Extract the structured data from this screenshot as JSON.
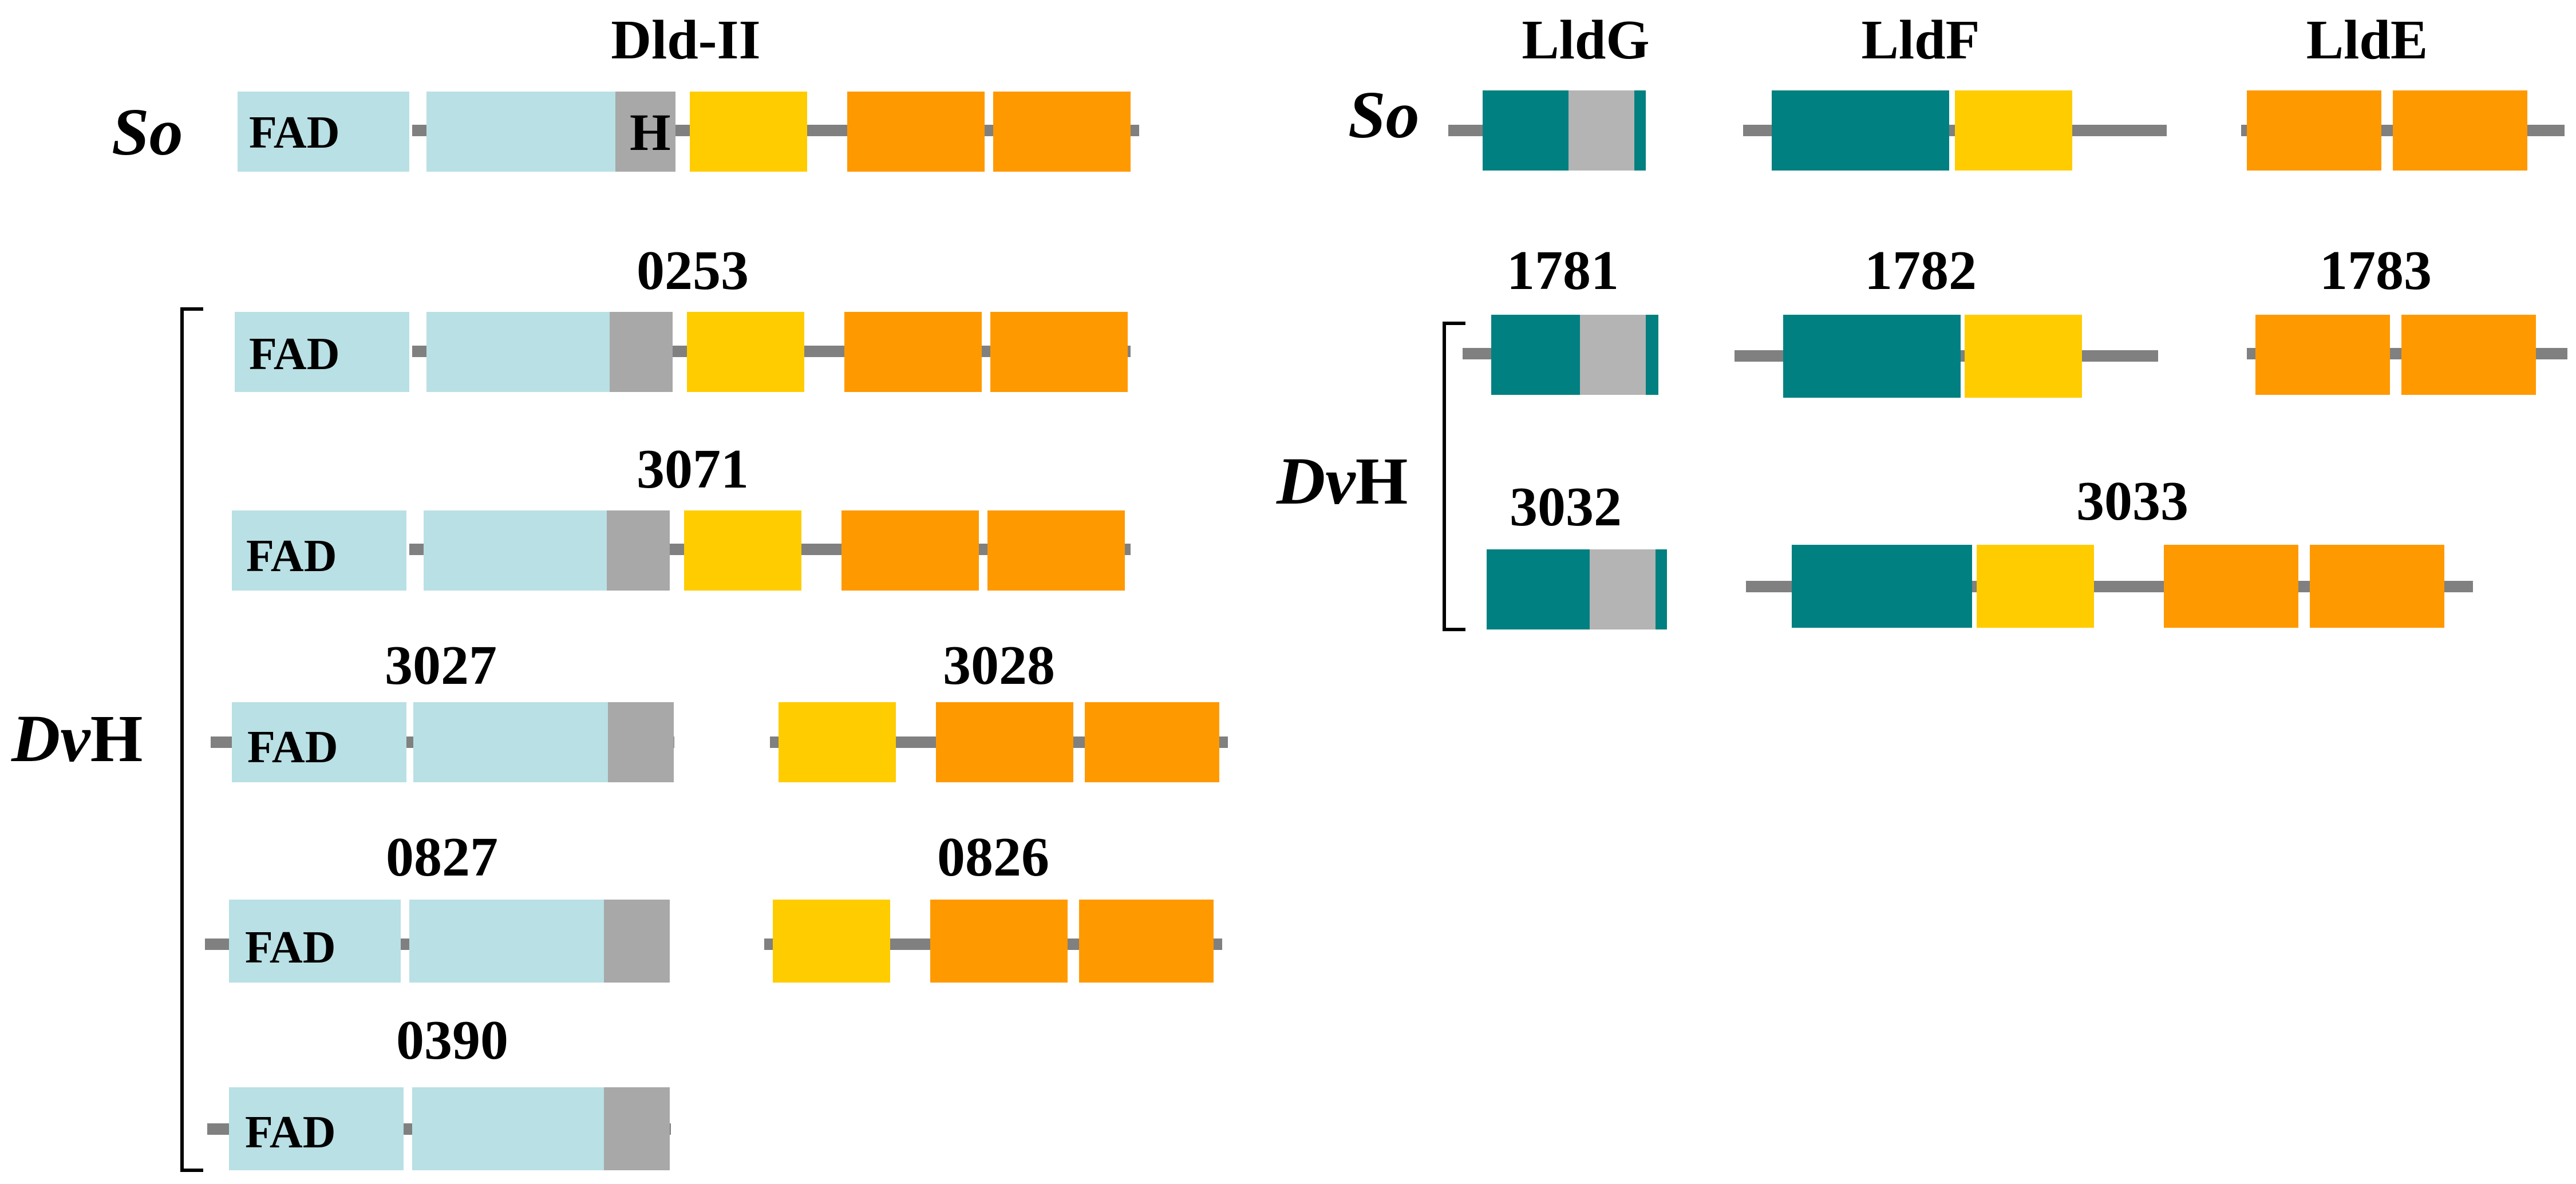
{
  "colors": {
    "fad_domain": "#b9e0e4",
    "gray_domain": "#a8a8a8",
    "light_gray_domain": "#b4b4b4",
    "yellow_domain": "#ffcc00",
    "orange_domain": "#ff9900",
    "teal_domain": "#008080",
    "backbone": "#808080",
    "highlight_label": "#ff0000",
    "normal_label": "#000000"
  },
  "organisms": {
    "so": "So",
    "dvh_italic": "Dv",
    "dvh_suffix": "H"
  },
  "domains": {
    "fad": "FAD",
    "h": "H"
  },
  "dld": {
    "header": "Dld-II",
    "genes": [
      "0253",
      "3071",
      "3027",
      "3028",
      "0827",
      "0826",
      "0390"
    ]
  },
  "lld": {
    "headers": [
      "LldG",
      "LldF",
      "LldE"
    ],
    "genes": [
      "1781",
      "1782",
      "1783",
      "3032",
      "3033"
    ]
  }
}
